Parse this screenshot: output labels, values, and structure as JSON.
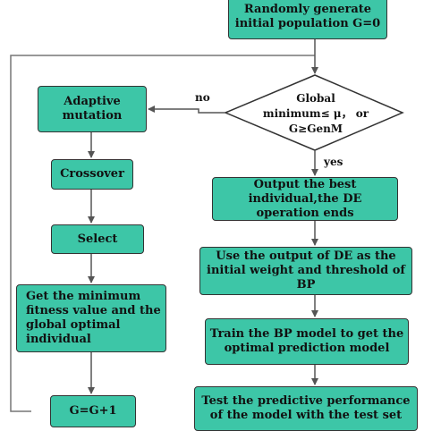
{
  "colors": {
    "box_fill": "#3dc6a7",
    "stroke": "#333333",
    "text": "#111111"
  },
  "nodes": {
    "init": "Randomly generate initial population G=0",
    "decision": [
      "Global",
      "minimum≤ μ， or",
      "G≥GenM"
    ],
    "mutation": "Adaptive mutation",
    "crossover": "Crossover",
    "select": "Select",
    "fitness": "Get the minimum fitness value and the global optimal individual",
    "increment": "G=G+1",
    "output_best": "Output the best individual,the DE operation ends",
    "use_output": "Use the output of DE as the initial weight and threshold of BP",
    "train": "Train the BP model to get the optimal prediction model",
    "test": "Test the predictive performance of the model with the test set"
  },
  "labels": {
    "no": "no",
    "yes": "yes"
  }
}
